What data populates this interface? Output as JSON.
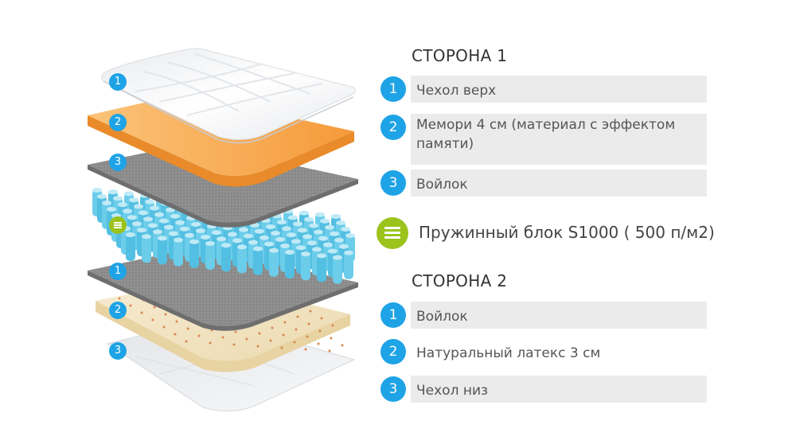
{
  "side1": {
    "title": "СТОРОНА 1",
    "items": [
      {
        "num": "1",
        "label": "Чехол верх"
      },
      {
        "num": "2",
        "label": "Мемори 4 см (материал с эффектом памяти)"
      },
      {
        "num": "3",
        "label": "Войлок"
      }
    ]
  },
  "spring": {
    "label": "Пружинный блок S1000 ( 500 п/м2)"
  },
  "side2": {
    "title": "СТОРОНА 2",
    "items": [
      {
        "num": "1",
        "label": "Войлок"
      },
      {
        "num": "2",
        "label": "Натуральный латекс 3 см"
      },
      {
        "num": "3",
        "label": "Чехол низ"
      }
    ]
  },
  "illustration_badges": [
    "1",
    "2",
    "3",
    "1",
    "2",
    "3"
  ],
  "colors": {
    "badge_blue": "#1ea3e6",
    "badge_green": "#9bc31b",
    "row_bg": "#ebebeb",
    "felt": "#8e8e8e",
    "memory": "#f8b25a",
    "latex": "#f3e6c4",
    "cover": "#f3f4f5",
    "springs": "#5fc6e6"
  }
}
